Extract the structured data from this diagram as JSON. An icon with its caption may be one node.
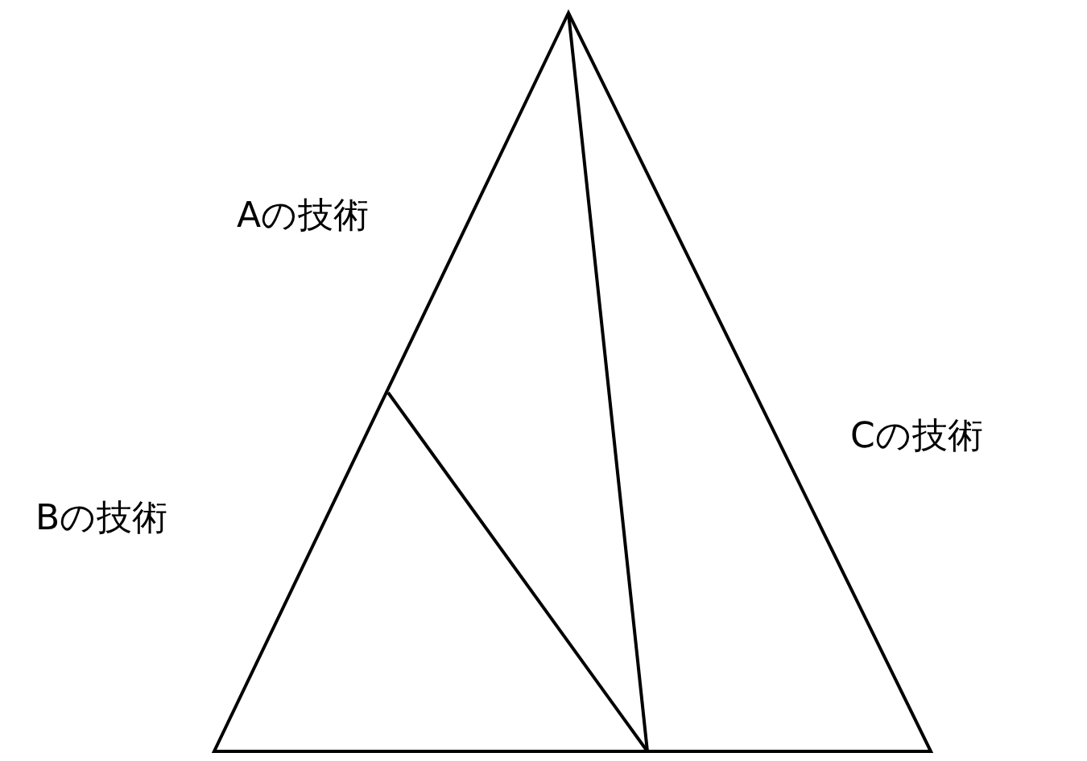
{
  "diagram": {
    "labels": [
      "Aの技術",
      "Cの技術",
      "Bの技術"
    ]
  }
}
